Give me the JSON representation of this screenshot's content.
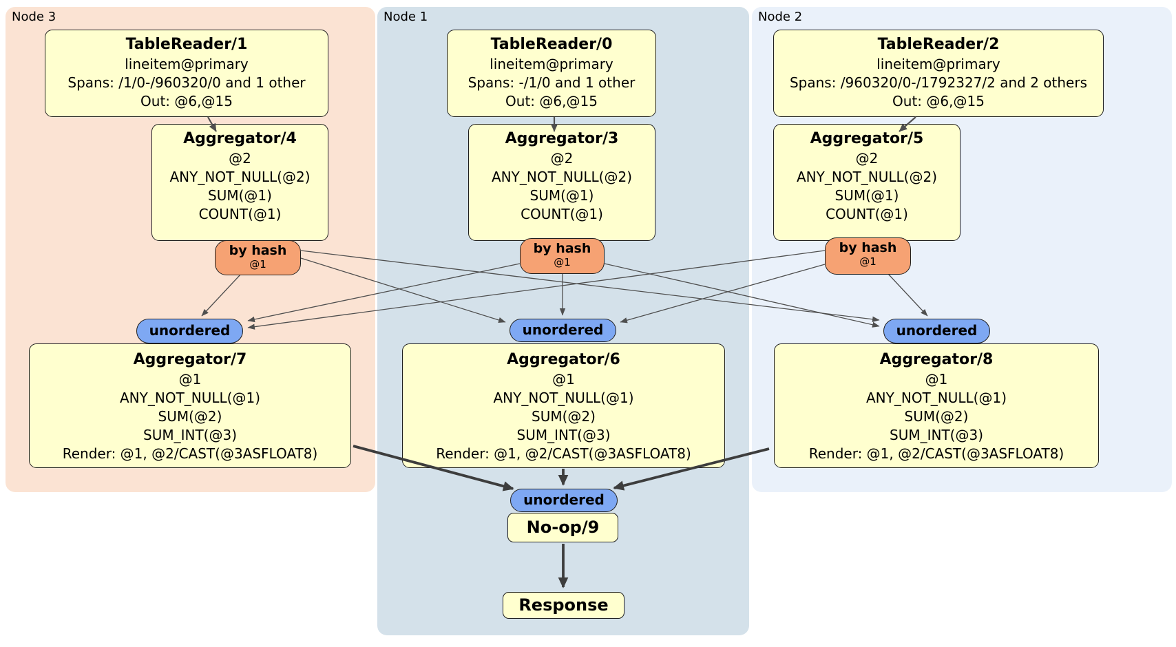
{
  "regions": {
    "node3": {
      "label": "Node 3"
    },
    "node1": {
      "label": "Node 1"
    },
    "node2": {
      "label": "Node 2"
    }
  },
  "processors": {
    "tr1": {
      "title": "TableReader/1",
      "lines": {
        "l1": "lineitem@primary",
        "l2": "Spans: /1/0-/960320/0 and 1 other",
        "l3": "Out: @6,@15"
      }
    },
    "tr0": {
      "title": "TableReader/0",
      "lines": {
        "l1": "lineitem@primary",
        "l2": "Spans: -/1/0 and 1 other",
        "l3": "Out: @6,@15"
      }
    },
    "tr2": {
      "title": "TableReader/2",
      "lines": {
        "l1": "lineitem@primary",
        "l2": "Spans: /960320/0-/1792327/2 and 2 others",
        "l3": "Out: @6,@15"
      }
    },
    "agg4": {
      "title": "Aggregator/4",
      "lines": {
        "l1": "@2",
        "l2": "ANY_NOT_NULL(@2)",
        "l3": "SUM(@1)",
        "l4": "COUNT(@1)"
      }
    },
    "agg3": {
      "title": "Aggregator/3",
      "lines": {
        "l1": "@2",
        "l2": "ANY_NOT_NULL(@2)",
        "l3": "SUM(@1)",
        "l4": "COUNT(@1)"
      }
    },
    "agg5": {
      "title": "Aggregator/5",
      "lines": {
        "l1": "@2",
        "l2": "ANY_NOT_NULL(@2)",
        "l3": "SUM(@1)",
        "l4": "COUNT(@1)"
      }
    },
    "agg7": {
      "title": "Aggregator/7",
      "lines": {
        "l1": "@1",
        "l2": "ANY_NOT_NULL(@1)",
        "l3": "SUM(@2)",
        "l4": "SUM_INT(@3)",
        "l5": "Render: @1, @2/CAST(@3ASFLOAT8)"
      }
    },
    "agg6": {
      "title": "Aggregator/6",
      "lines": {
        "l1": "@1",
        "l2": "ANY_NOT_NULL(@1)",
        "l3": "SUM(@2)",
        "l4": "SUM_INT(@3)",
        "l5": "Render: @1, @2/CAST(@3ASFLOAT8)"
      }
    },
    "agg8": {
      "title": "Aggregator/8",
      "lines": {
        "l1": "@1",
        "l2": "ANY_NOT_NULL(@1)",
        "l3": "SUM(@2)",
        "l4": "SUM_INT(@3)",
        "l5": "Render: @1, @2/CAST(@3ASFLOAT8)"
      }
    },
    "noop": {
      "title": "No-op/9"
    },
    "response": {
      "title": "Response"
    }
  },
  "routers": {
    "hash_node3": {
      "label": "by hash",
      "key": "@1"
    },
    "hash_node1": {
      "label": "by hash",
      "key": "@1"
    },
    "hash_node2": {
      "label": "by hash",
      "key": "@1"
    },
    "sync_node3": {
      "label": "unordered"
    },
    "sync_node1": {
      "label": "unordered"
    },
    "sync_node2": {
      "label": "unordered"
    },
    "sync_final": {
      "label": "unordered"
    }
  },
  "colors": {
    "node3_bg": "#fbe3d3",
    "node1_bg": "#d4e1ea",
    "node2_bg": "#eaf1fa",
    "processor_fill": "#ffffcf",
    "hash_router_fill": "#f6a273",
    "sync_fill": "#7ea8f3",
    "border": "#1f1f1f",
    "edge_thin": "#4f4f4f",
    "edge_thick": "#3d3d3d"
  }
}
